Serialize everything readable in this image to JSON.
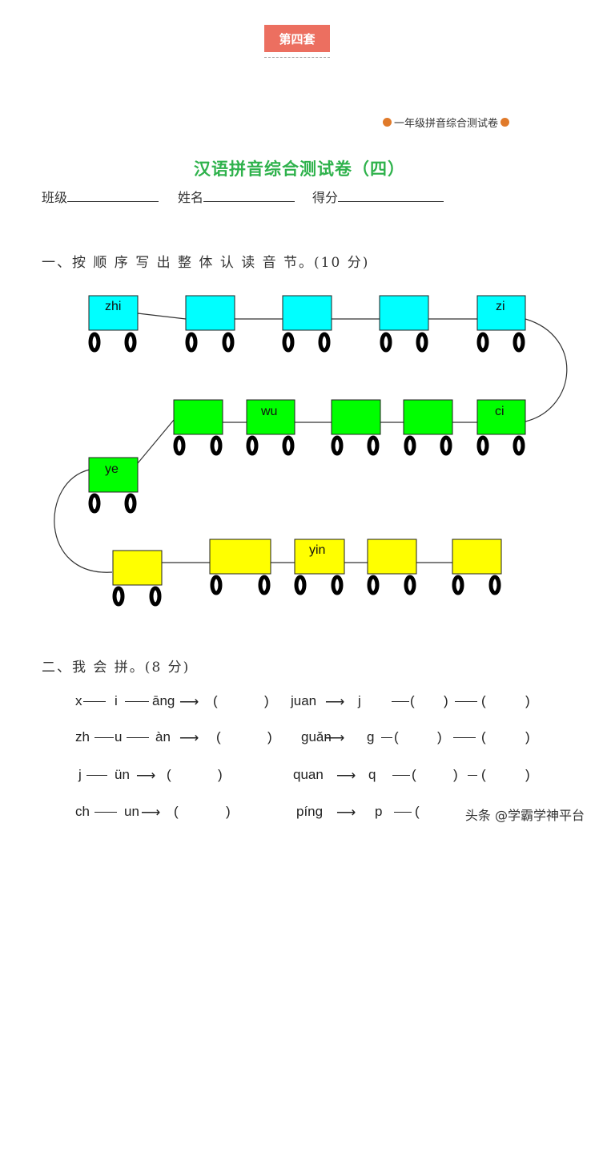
{
  "header": {
    "set_label": "第四套",
    "series_title": "一年级拼音综合测试卷"
  },
  "title": "汉语拼音综合测试卷（四）",
  "fields": {
    "class_label": "班级",
    "name_label": "姓名",
    "score_label": "得分"
  },
  "section1": {
    "heading": "一、按 顺  序 写  出  整  体 认 读 音 节。(10 分)",
    "train_labels": [
      "zhi",
      "zi",
      "wu",
      "ci",
      "ye",
      "yin"
    ]
  },
  "section2": {
    "heading": "二、我 会  拼。(8 分)",
    "rows": [
      {
        "left": [
          "x",
          "i",
          "āng",
          "(",
          ")"
        ],
        "right": [
          "juan",
          "j",
          "(",
          ")",
          "(",
          ")"
        ]
      },
      {
        "left": [
          "zh",
          "u",
          "àn",
          "(",
          ")"
        ],
        "right": [
          "guǎn",
          "g",
          "(",
          ")",
          "(",
          ")"
        ]
      },
      {
        "left": [
          "j",
          "ün",
          "(",
          ")"
        ],
        "right": [
          "quan",
          "q",
          "(",
          ")",
          "(",
          ")"
        ]
      },
      {
        "left": [
          "ch",
          "un",
          "(",
          ")"
        ],
        "right": [
          "píng",
          "p",
          "("
        ]
      }
    ]
  },
  "watermark": "头条 @学霸学神平台",
  "colors": {
    "tag": "#ec6f60",
    "title": "#2fb24c",
    "row1": "#00ffff",
    "row2": "#00ff00",
    "row3": "#ffff00"
  }
}
